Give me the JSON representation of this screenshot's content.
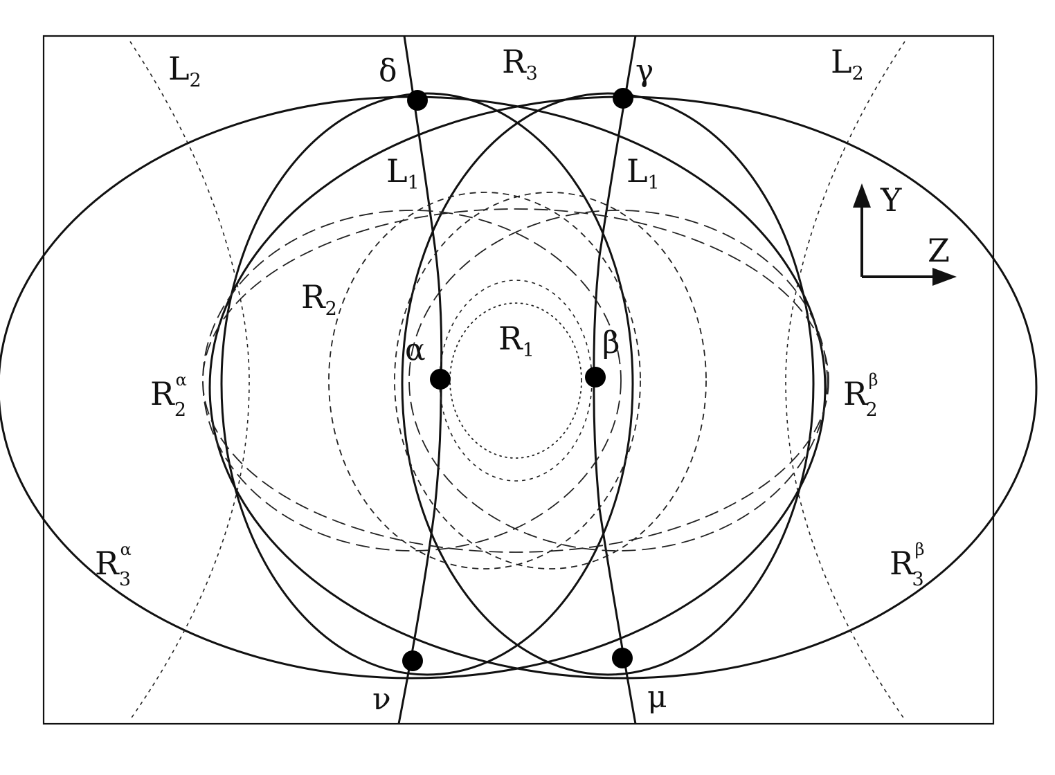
{
  "labels": {
    "L2_left": {
      "main": "L",
      "sub": "2"
    },
    "L2_right": {
      "main": "L",
      "sub": "2"
    },
    "L1_left": {
      "main": "L",
      "sub": "1"
    },
    "L1_right": {
      "main": "L",
      "sub": "1"
    },
    "R3_top": {
      "main": "R",
      "sub": "3"
    },
    "R2": {
      "main": "R",
      "sub": "2"
    },
    "R1": {
      "main": "R",
      "sub": "1"
    },
    "R2_alpha": {
      "main": "R",
      "sub": "2",
      "sup": "α"
    },
    "R2_beta": {
      "main": "R",
      "sub": "2",
      "sup": "β"
    },
    "R3_alpha": {
      "main": "R",
      "sub": "3",
      "sup": "α"
    },
    "R3_beta": {
      "main": "R",
      "sub": "3",
      "sup": "β"
    }
  },
  "points": {
    "delta": "δ",
    "gamma": "γ",
    "alpha": "α",
    "beta": "β",
    "nu": "ν",
    "mu": "μ"
  },
  "axes": {
    "y_label": "Y",
    "z_label": "Z"
  }
}
